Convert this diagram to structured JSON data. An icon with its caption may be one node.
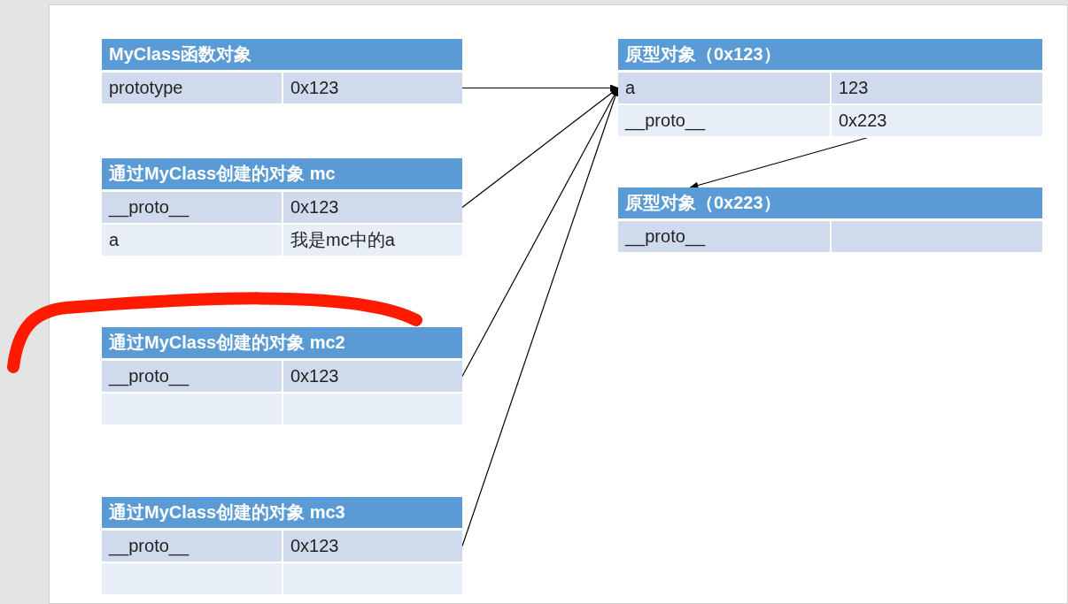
{
  "diagram": {
    "nodes": [
      {
        "text": [
          "MyClass函数对象"
        ]
      },
      {
        "text": [
          "prototype",
          "0x123"
        ],
        "in": 0
      },
      {
        "text": [
          "通过MyClass创建的对象 mc"
        ]
      },
      {
        "text": [
          "__proto__",
          "0x123"
        ],
        "in": 2
      },
      {
        "text": [
          "a",
          "我是mc中的a"
        ],
        "in": 2
      },
      {
        "text": [
          "通过MyClass创建的对象 mc2"
        ]
      },
      {
        "text": [
          "__proto__",
          "0x123"
        ],
        "in": 5
      },
      {
        "text": [],
        "shape": "box",
        "in": 5
      },
      {
        "text": [
          "通过MyClass创建的对象 mc3"
        ]
      },
      {
        "text": [
          "__proto__",
          "0x123"
        ],
        "in": 8
      },
      {
        "text": [],
        "shape": "box",
        "in": 8
      },
      {
        "text": [
          "原型对象（0x123）"
        ]
      },
      {
        "text": [
          "a",
          "123"
        ],
        "in": 11
      },
      {
        "text": [
          "__proto__",
          "0x223"
        ],
        "in": 11
      },
      {
        "text": [
          "原型对象（0x223）"
        ]
      },
      {
        "text": [
          "__proto__"
        ],
        "in": 14
      }
    ],
    "edges": [
      {
        "from": 1,
        "to": 12,
        "arrow": "to"
      },
      {
        "from": 3,
        "to": 12,
        "arrow": "to"
      },
      {
        "from": 6,
        "to": 12,
        "arrow": "to"
      },
      {
        "from": 9,
        "to": 12,
        "arrow": "to"
      },
      {
        "from": 13,
        "to": 14,
        "arrow": "to"
      }
    ]
  }
}
